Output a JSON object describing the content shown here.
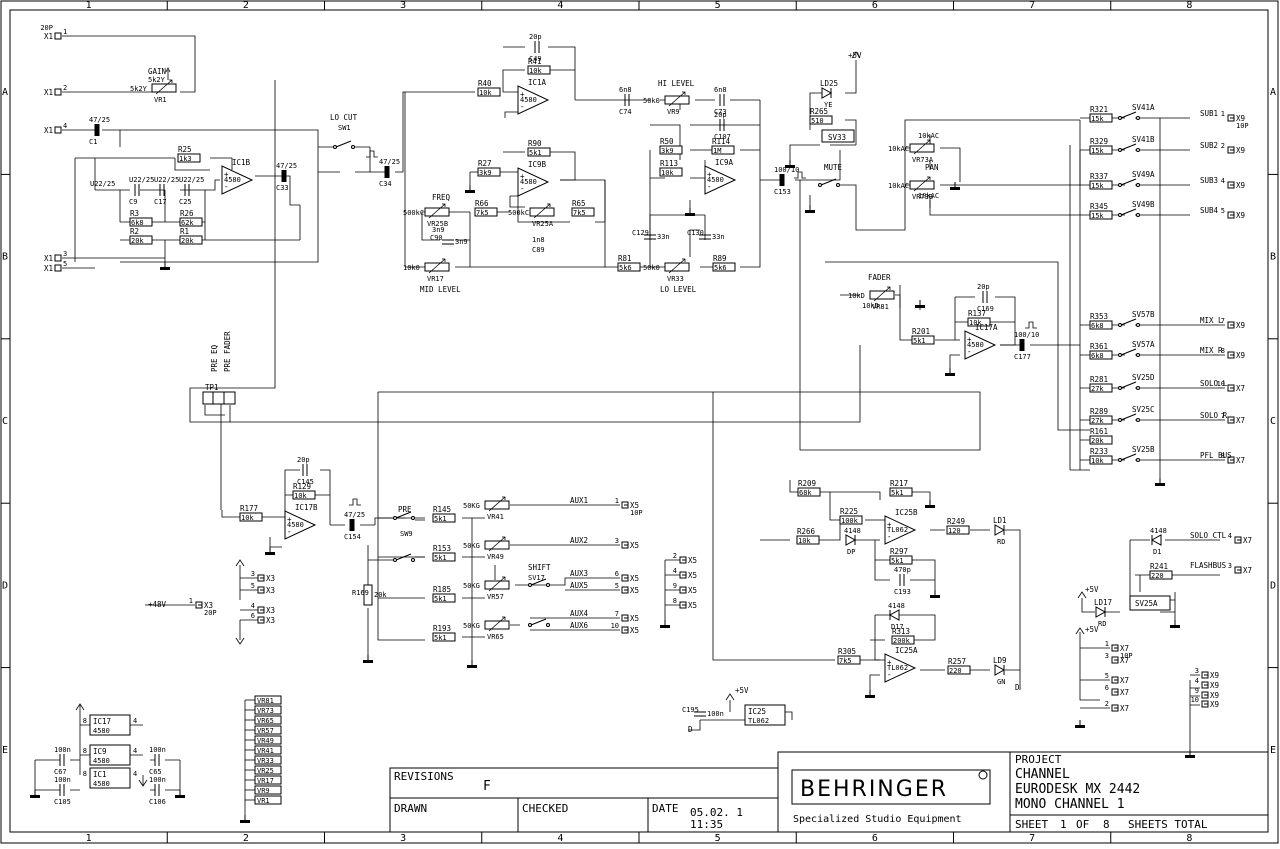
{
  "frame": {
    "columns": [
      "1",
      "2",
      "3",
      "4",
      "5",
      "6",
      "7",
      "8"
    ],
    "rows": [
      "A",
      "B",
      "C",
      "D",
      "E"
    ]
  },
  "connectors": [
    {
      "name": "X1",
      "pin": "1",
      "sub": "20P"
    },
    {
      "name": "X1",
      "pin": "2"
    },
    {
      "name": "X1",
      "pin": "4"
    },
    {
      "name": "X1",
      "pin": "3"
    },
    {
      "name": "X1",
      "pin": "5"
    },
    {
      "name": "X9",
      "pin": "1",
      "sub": "10P"
    },
    {
      "name": "X9",
      "pin": "2"
    },
    {
      "name": "X9",
      "pin": "4"
    },
    {
      "name": "X9",
      "pin": "5"
    },
    {
      "name": "X9",
      "pin": "7"
    },
    {
      "name": "X9",
      "pin": "8"
    },
    {
      "name": "X7",
      "pin": "10"
    },
    {
      "name": "X7",
      "pin": "7"
    },
    {
      "name": "X7",
      "pin": "8"
    },
    {
      "name": "X7",
      "pin": "4"
    },
    {
      "name": "X7",
      "pin": "3"
    },
    {
      "name": "X5",
      "pin": "1",
      "sub": "10P"
    },
    {
      "name": "X5",
      "pin": "3"
    },
    {
      "name": "X5",
      "pin": "6"
    },
    {
      "name": "X5",
      "pin": "5"
    },
    {
      "name": "X5",
      "pin": "7"
    },
    {
      "name": "X5",
      "pin": "10"
    }
  ],
  "components": {
    "gain": {
      "ref": "VR1",
      "label": "GAIN",
      "value": "5k2Y"
    },
    "c1": {
      "ref": "C1",
      "value": "47/25"
    },
    "r25": {
      "ref": "R25",
      "value": "1k3"
    },
    "ic1b": {
      "ref": "IC1B",
      "part": "4580"
    },
    "c33": {
      "ref": "C33",
      "value": "47/25"
    },
    "c9": {
      "ref": "C9",
      "value": "U22/25"
    },
    "c17": {
      "ref": "C17",
      "value": "U22/25"
    },
    "c25": {
      "ref": "C25",
      "value": "U22/25"
    },
    "r3": {
      "ref": "R3",
      "value": "6k8"
    },
    "r26": {
      "ref": "R26",
      "value": "62k"
    },
    "r2": {
      "ref": "R2",
      "value": "20k"
    },
    "r1": {
      "ref": "R1",
      "value": "20k"
    },
    "locut": {
      "label": "LO CUT",
      "ref": "SW1"
    },
    "c34": {
      "ref": "C34",
      "value": "47/25"
    },
    "r40": {
      "ref": "R40",
      "value": "10k"
    },
    "c49": {
      "ref": "C49",
      "value": "20p"
    },
    "r41": {
      "ref": "R41",
      "value": "10k"
    },
    "ic1a": {
      "ref": "IC1A",
      "part": "4580"
    },
    "r90": {
      "ref": "R90",
      "value": "5k1"
    },
    "r27": {
      "ref": "R27",
      "value": "3k9"
    },
    "ic9b": {
      "ref": "IC9B",
      "part": "4580"
    },
    "freq": {
      "label": "FREQ",
      "ref": "VR25B",
      "value": "500kC"
    },
    "r66": {
      "ref": "R66",
      "value": "7k5"
    },
    "vr25a": {
      "ref": "VR25A",
      "value": "500kC"
    },
    "r65": {
      "ref": "R65",
      "value": "7k5"
    },
    "c90": {
      "ref": "C90",
      "value": "3n9"
    },
    "c89": {
      "ref": "C89",
      "value": "1n8"
    },
    "vr17": {
      "ref": "VR17",
      "value": "10k0",
      "label": "MID LEVEL"
    },
    "c74": {
      "ref": "C74",
      "value": "6n8"
    },
    "vr9": {
      "ref": "VR9",
      "label": "HI LEVEL",
      "value": "50k0"
    },
    "c73": {
      "ref": "C73",
      "value": "6n8"
    },
    "c107": {
      "ref": "C107",
      "value": "20p"
    },
    "r50": {
      "ref": "R50",
      "value": "3k9"
    },
    "r114": {
      "ref": "R114",
      "value": "1M"
    },
    "r113": {
      "ref": "R113",
      "value": "10k"
    },
    "ic9a": {
      "ref": "IC9A",
      "part": "4580"
    },
    "c129": {
      "ref": "C129",
      "value": "33n"
    },
    "c130": {
      "ref": "C130",
      "value": "33n"
    },
    "r81": {
      "ref": "R81",
      "value": "5k6"
    },
    "vr33": {
      "ref": "VR33",
      "value": "50k0",
      "label": "LO LEVEL"
    },
    "r89": {
      "ref": "R89",
      "value": "5k6"
    },
    "c153": {
      "ref": "C153",
      "value": "100/10"
    },
    "ld25": {
      "ref": "LD25",
      "color": "YE"
    },
    "r265": {
      "ref": "R265",
      "value": "510"
    },
    "sv33": {
      "ref": "SV33"
    },
    "mute": {
      "label": "MUTE"
    },
    "pan": {
      "ref": "VR73A",
      "label": "PAN",
      "value": "10kAC"
    },
    "vr73b": {
      "ref": "VR73B",
      "value": "10kAC"
    },
    "fader": {
      "ref": "VR81",
      "label": "FADER",
      "value": "10kD"
    },
    "c169": {
      "ref": "C169",
      "value": "20p"
    },
    "r137": {
      "ref": "R137",
      "value": "10k"
    },
    "r201": {
      "ref": "R201",
      "value": "5k1"
    },
    "ic17a": {
      "ref": "IC17A",
      "part": "4580"
    },
    "c177": {
      "ref": "C177",
      "value": "100/10"
    },
    "c145": {
      "ref": "C145",
      "value": "20p"
    },
    "r129": {
      "ref": "R129",
      "value": "10k"
    },
    "r177": {
      "ref": "R177",
      "value": "10k"
    },
    "ic17b": {
      "ref": "IC17B",
      "part": "4580"
    },
    "c154": {
      "ref": "C154",
      "value": "47/25"
    },
    "r169": {
      "ref": "R169",
      "value": "20k"
    },
    "pre": {
      "label": "PRE",
      "ref": "SW9"
    },
    "shift": {
      "label": "SHIFT",
      "ref": "SV17"
    },
    "r145": {
      "ref": "R145",
      "value": "5k1"
    },
    "r153": {
      "ref": "R153",
      "value": "5k1"
    },
    "r185": {
      "ref": "R185",
      "value": "5k1"
    },
    "r193": {
      "ref": "R193",
      "value": "5k1"
    },
    "vr41": {
      "ref": "VR41",
      "value": "50KG"
    },
    "vr49": {
      "ref": "VR49",
      "value": "50KG"
    },
    "vr57": {
      "ref": "VR57",
      "value": "50KG"
    },
    "vr65": {
      "ref": "VR65",
      "value": "50KG"
    },
    "r209": {
      "ref": "R209",
      "value": "68k"
    },
    "r217": {
      "ref": "R217",
      "value": "5k1"
    },
    "r225": {
      "ref": "R225",
      "value": "100k"
    },
    "d_dp": {
      "ref": "DP",
      "value": "4148"
    },
    "ic25b": {
      "ref": "IC25B",
      "part": "TL062"
    },
    "r249": {
      "ref": "R249",
      "value": "120"
    },
    "ld1": {
      "ref": "LD1",
      "color": "RD"
    },
    "r266": {
      "ref": "R266",
      "value": "10k"
    },
    "r297": {
      "ref": "R297",
      "value": "5k1"
    },
    "c193": {
      "ref": "C193",
      "value": "470p"
    },
    "d17": {
      "ref": "D17",
      "value": "4148"
    },
    "r313": {
      "ref": "R313",
      "value": "200k"
    },
    "r305": {
      "ref": "R305",
      "value": "7k5"
    },
    "ic25a": {
      "ref": "IC25A",
      "part": "TL062"
    },
    "r257": {
      "ref": "R257",
      "value": "220"
    },
    "ld9": {
      "ref": "LD9",
      "color": "GN"
    },
    "d1": {
      "ref": "D1",
      "value": "4148"
    },
    "r241": {
      "ref": "R241",
      "value": "220"
    },
    "ld17": {
      "ref": "LD17",
      "color": "RD"
    },
    "sv25a": {
      "ref": "SV25A"
    },
    "c195": {
      "ref": "C195",
      "value": "100n"
    },
    "ic25": {
      "ref": "IC25",
      "part": "TL062"
    },
    "tp1": {
      "ref": "TP1",
      "labels": [
        "PRE EQ",
        "PRE FADER"
      ]
    },
    "p48v": {
      "label": "+48V"
    },
    "p5v": {
      "label": "+5V"
    }
  },
  "bus": [
    {
      "res": "R321",
      "val": "15k",
      "sw": "SV41A",
      "net": "SUB1",
      "pin": "1",
      "conn": "X9",
      "sub": "10P"
    },
    {
      "res": "R329",
      "val": "15k",
      "sw": "SV41B",
      "net": "SUB2",
      "pin": "2",
      "conn": "X9"
    },
    {
      "res": "R337",
      "val": "15k",
      "sw": "SV49A",
      "net": "SUB3",
      "pin": "4",
      "conn": "X9"
    },
    {
      "res": "R345",
      "val": "15k",
      "sw": "SV49B",
      "net": "SUB4",
      "pin": "5",
      "conn": "X9"
    },
    {
      "res": "R353",
      "val": "6k8",
      "sw": "SV57B",
      "net": "MIX_L",
      "pin": "7",
      "conn": "X9"
    },
    {
      "res": "R361",
      "val": "6k8",
      "sw": "SV57A",
      "net": "MIX_R",
      "pin": "8",
      "conn": "X9"
    },
    {
      "res": "R281",
      "val": "27k",
      "sw": "SV25D",
      "net": "SOLO_L",
      "pin": "10",
      "conn": "X7"
    },
    {
      "res": "R289",
      "val": "27k",
      "sw": "SV25C",
      "net": "SOLO_R",
      "pin": "7",
      "conn": "X7"
    },
    {
      "res": "R161",
      "val": "20k",
      "sw": "",
      "net": "",
      "pin": "",
      "conn": ""
    },
    {
      "res": "R233",
      "val": "10k",
      "sw": "SV25B",
      "net": "PFL_BUS",
      "pin": "8",
      "conn": "X7"
    }
  ],
  "aux": [
    {
      "net": "AUX1",
      "pin": "1",
      "conn": "X5",
      "sub": "10P"
    },
    {
      "net": "AUX2",
      "pin": "3",
      "conn": "X5"
    },
    {
      "net": "AUX3",
      "pin": "6",
      "conn": "X5"
    },
    {
      "net": "AUX5",
      "pin": "5",
      "conn": "X5"
    },
    {
      "net": "AUX4",
      "pin": "7",
      "conn": "X5"
    },
    {
      "net": "AUX6",
      "pin": "10",
      "conn": "X5"
    }
  ],
  "misc_nets": {
    "solo_ctl": "SOLO_CTL",
    "flashbus": "FLASHBUS"
  },
  "ic_list": [
    {
      "pin": "8",
      "ref": "IC17",
      "part": "4580",
      "pin2": "4"
    },
    {
      "pin": "8",
      "ref": "IC9",
      "part": "4580",
      "pin2": "4"
    },
    {
      "pin": "8",
      "ref": "IC1",
      "part": "4580",
      "pin2": "4"
    }
  ],
  "decoupling": [
    {
      "ref": "C67",
      "value": "100n"
    },
    {
      "ref": "C105",
      "value": "100n"
    },
    {
      "ref": "C65",
      "value": "100n"
    },
    {
      "ref": "C106",
      "value": "100n"
    }
  ],
  "pot_list": [
    "VR81",
    "VR73",
    "VR65",
    "VR57",
    "VR49",
    "VR41",
    "VR33",
    "VR25",
    "VR17",
    "VR9",
    "VR1"
  ],
  "title_block": {
    "revisions_label": "REVISIONS",
    "revision": "F",
    "drawn_label": "DRAWN",
    "checked_label": "CHECKED",
    "date_label": "DATE",
    "date": "05.02. 1",
    "time": "11:35",
    "brand": "BEHRINGER",
    "tagline": "Specialized Studio Equipment",
    "project_label": "PROJECT",
    "project": "CHANNEL",
    "product": "EURODESK MX 2442",
    "subtitle": "MONO CHANNEL 1",
    "sheet_label": "SHEET",
    "sheet": "1",
    "of_label": "OF",
    "total": "8",
    "sheets_total": "SHEETS TOTAL"
  }
}
